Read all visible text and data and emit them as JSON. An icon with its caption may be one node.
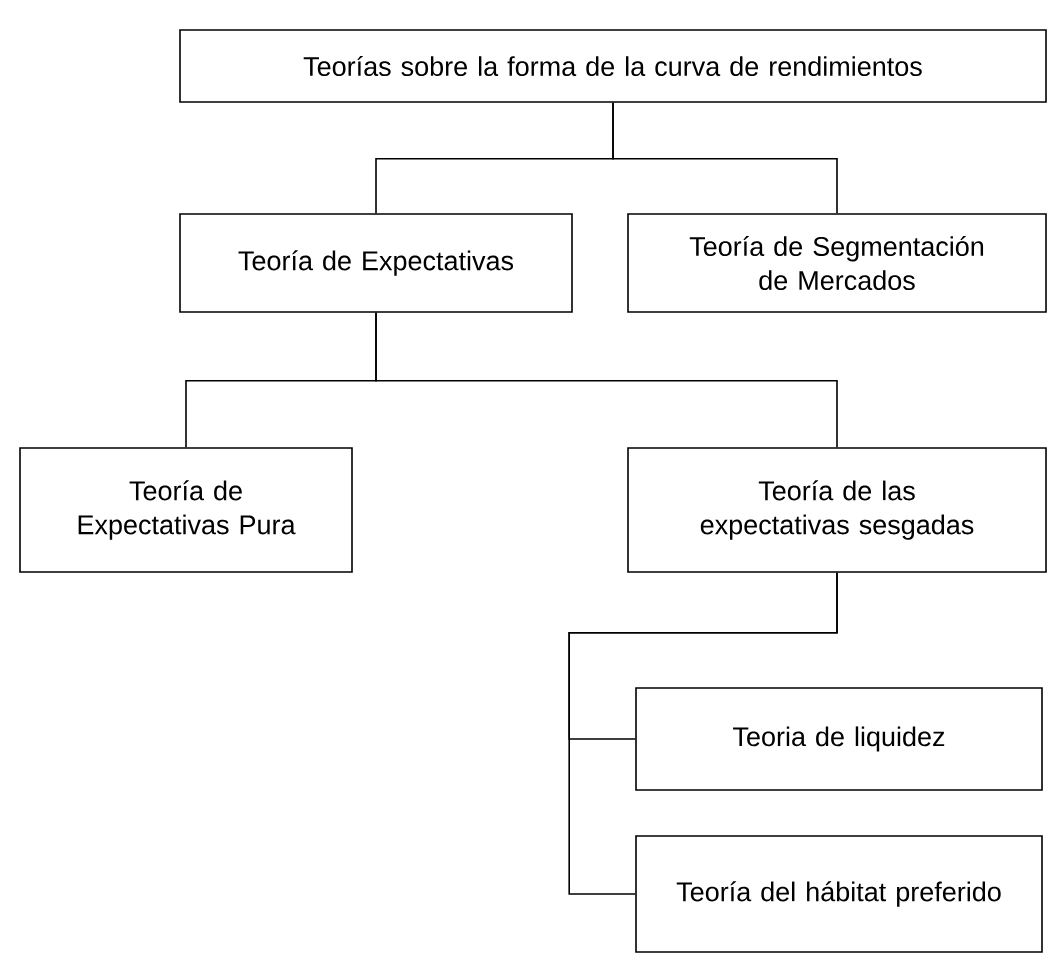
{
  "diagram": {
    "nodes": [
      {
        "text": [
          "Teorías sobre la forma de la curva de rendimientos"
        ]
      },
      {
        "text": [
          "Teoría de Expectativas"
        ]
      },
      {
        "text": [
          "Teoría de Segmentación de Mercados"
        ]
      },
      {
        "text": [
          "Teoría de Expectativas Pura"
        ]
      },
      {
        "text": [
          "Teoría de las expectativas sesgadas"
        ]
      },
      {
        "text": [
          "Teoria de liquidez"
        ]
      },
      {
        "text": [
          "Teoría del hábitat preferido"
        ]
      }
    ],
    "edges": [
      {
        "from": 0,
        "to": 1,
        "arrow": "none"
      },
      {
        "from": 0,
        "to": 2,
        "arrow": "none"
      },
      {
        "from": 1,
        "to": 3,
        "arrow": "none"
      },
      {
        "from": 1,
        "to": 4,
        "arrow": "none"
      },
      {
        "from": 4,
        "to": 5,
        "arrow": "none"
      },
      {
        "from": 4,
        "to": 6,
        "arrow": "none"
      }
    ]
  }
}
